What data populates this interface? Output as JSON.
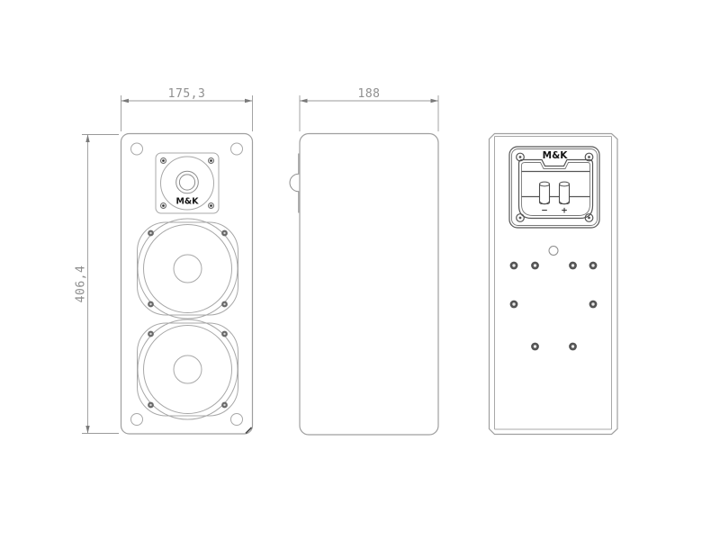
{
  "drawing_type": "loudspeaker-three-view-technical-drawing",
  "labels": {
    "front_width": "175,3",
    "depth": "188",
    "height": "406,4",
    "logo": "M&K",
    "terminal_negative": "−",
    "terminal_positive": "+"
  },
  "views": {
    "front": {
      "name": "front view",
      "features": [
        "tweeter-with-square-plate",
        "two-woofers",
        "four-corner-holes",
        "mk-logo"
      ]
    },
    "side": {
      "name": "side view",
      "features": [
        "tweeter-dome-protrusion",
        "tweeter-plate-edge"
      ]
    },
    "back": {
      "name": "back view",
      "features": [
        "terminal-plate",
        "mk-logo",
        "negative-positive-binding-posts",
        "mounting-screw-pattern",
        "keyhole-hanger"
      ]
    }
  },
  "colors": {
    "background": "#ffffff",
    "outline": "#9f9f9f",
    "detail_dark": "#555555",
    "dimension": "#9a9a9a",
    "logo": "#151515"
  }
}
